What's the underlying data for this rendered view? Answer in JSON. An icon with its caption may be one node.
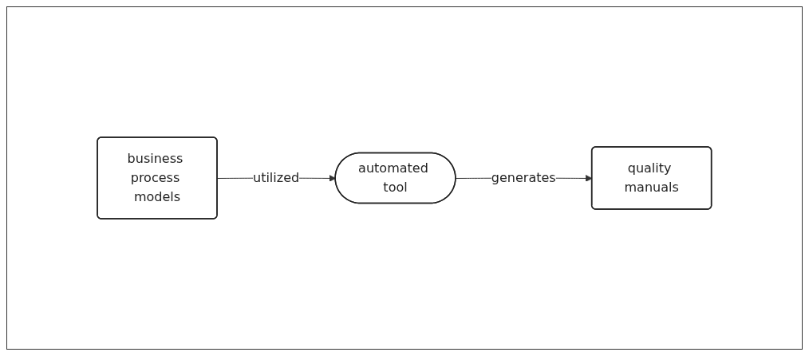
{
  "diagram": {
    "nodes": [
      {
        "text": [
          "business process models"
        ]
      },
      {
        "text": [
          "automated tool"
        ]
      },
      {
        "text": [
          "quality manuals"
        ]
      }
    ],
    "edges": [
      {
        "from": 0,
        "to": 1,
        "arrow": "to",
        "label": "utilized"
      },
      {
        "from": 1,
        "to": 2,
        "arrow": "to",
        "label": "generates"
      }
    ]
  }
}
